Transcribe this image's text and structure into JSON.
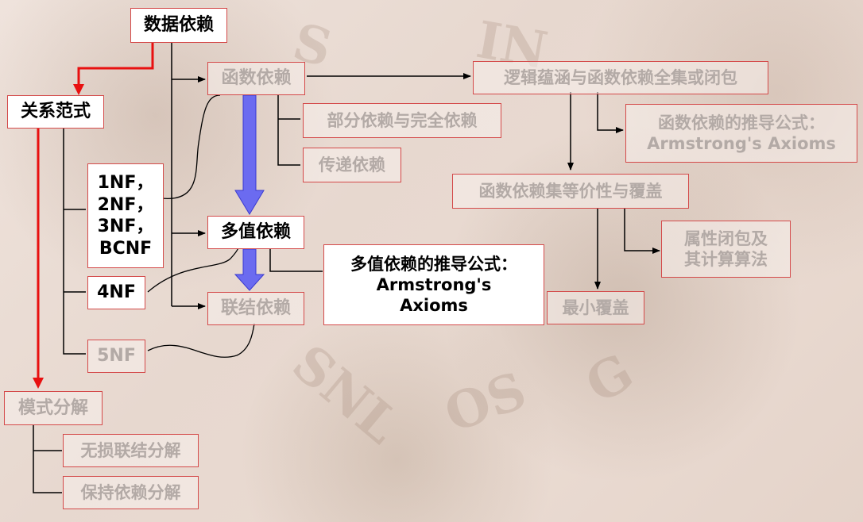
{
  "nodes": {
    "data_dependency": "数据依赖",
    "normal_form": "关系范式",
    "fd": "函数依赖",
    "nf_list": [
      "1NF，",
      "2NF，",
      "3NF，",
      "BCNF"
    ],
    "partial_full": "部分依赖与完全依赖",
    "transitive": "传递依赖",
    "mvd": "多值依赖",
    "nf4": "4NF",
    "join_dep": "联结依赖",
    "nf5": "5NF",
    "logical_implication": "逻辑蕴涵与函数依赖全集或闭包",
    "fd_inference": [
      "函数依赖的推导公式：",
      "Armstrong's Axioms"
    ],
    "fd_equivalence": "函数依赖集等价性与覆盖",
    "attr_closure": [
      "属性闭包及",
      "其计算算法"
    ],
    "min_cover": "最小覆盖",
    "mvd_inference": [
      "多值依赖的推导公式：",
      "Armstrong's",
      "Axioms"
    ],
    "decomposition": "模式分解",
    "lossless": "无损联结分解",
    "dep_preserve": "保持依赖分解"
  },
  "colors": {
    "arrow_red": "#e81010",
    "arrow_blue": "#6b6bf0",
    "box_border": "#d44a4a",
    "active_text": "#000000",
    "faded_text": "#b3aaa6"
  }
}
